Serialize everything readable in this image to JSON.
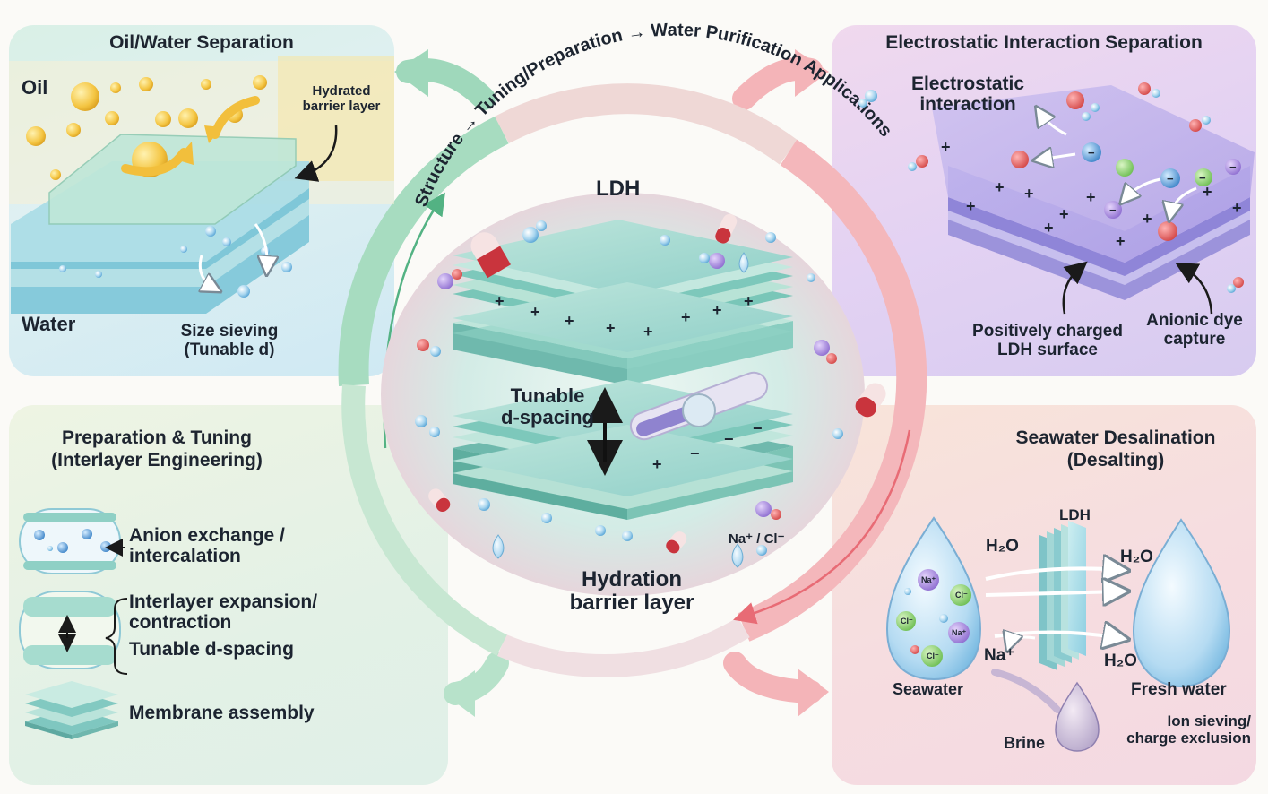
{
  "cycle_label": "Structure → Tuning/Preparation → Water Purification Applications",
  "center": {
    "title": "LDH",
    "dspacing": [
      "Tunable",
      "d-spacing"
    ],
    "ions": "Na⁺ / Cl⁻",
    "hydration": [
      "Hydration",
      "barrier layer"
    ]
  },
  "oil_water": {
    "title": "Oil/Water Separation",
    "oil": "Oil",
    "water": "Water",
    "hydrated": [
      "Hydrated",
      "barrier layer"
    ],
    "sieving": [
      "Size sieving",
      "(Tunable d)"
    ]
  },
  "electrostatic": {
    "title": "Electrostatic Interaction Separation",
    "interaction": [
      "Electrostatic",
      "interaction"
    ],
    "surface": [
      "Positively charged",
      "LDH surface"
    ],
    "dye": [
      "Anionic dye",
      "capture"
    ]
  },
  "preparation": {
    "title": [
      "Preparation & Tuning",
      "(Interlayer Engineering)"
    ],
    "items": [
      [
        "Anion exchange /",
        "intercalation"
      ],
      [
        "Interlayer expansion/",
        "contraction",
        "Tunable d-spacing"
      ],
      [
        "Membrane assembly"
      ]
    ]
  },
  "desalination": {
    "title": [
      "Seawater Desalination",
      "(Desalting)"
    ],
    "ldh": "LDH",
    "h2o": "H₂O",
    "na": "Na⁺",
    "na_ion": "Na⁺",
    "cl_ion": "Cl⁻",
    "seawater": "Seawater",
    "fresh": "Fresh water",
    "brine": "Brine",
    "sieving": [
      "Ion sieving/",
      "charge exclusion"
    ]
  },
  "colors": {
    "green": "#8fd0ad",
    "pink": "#f2a3a8",
    "purple": "#c9b3e8",
    "blue": "#8fc6e6"
  }
}
